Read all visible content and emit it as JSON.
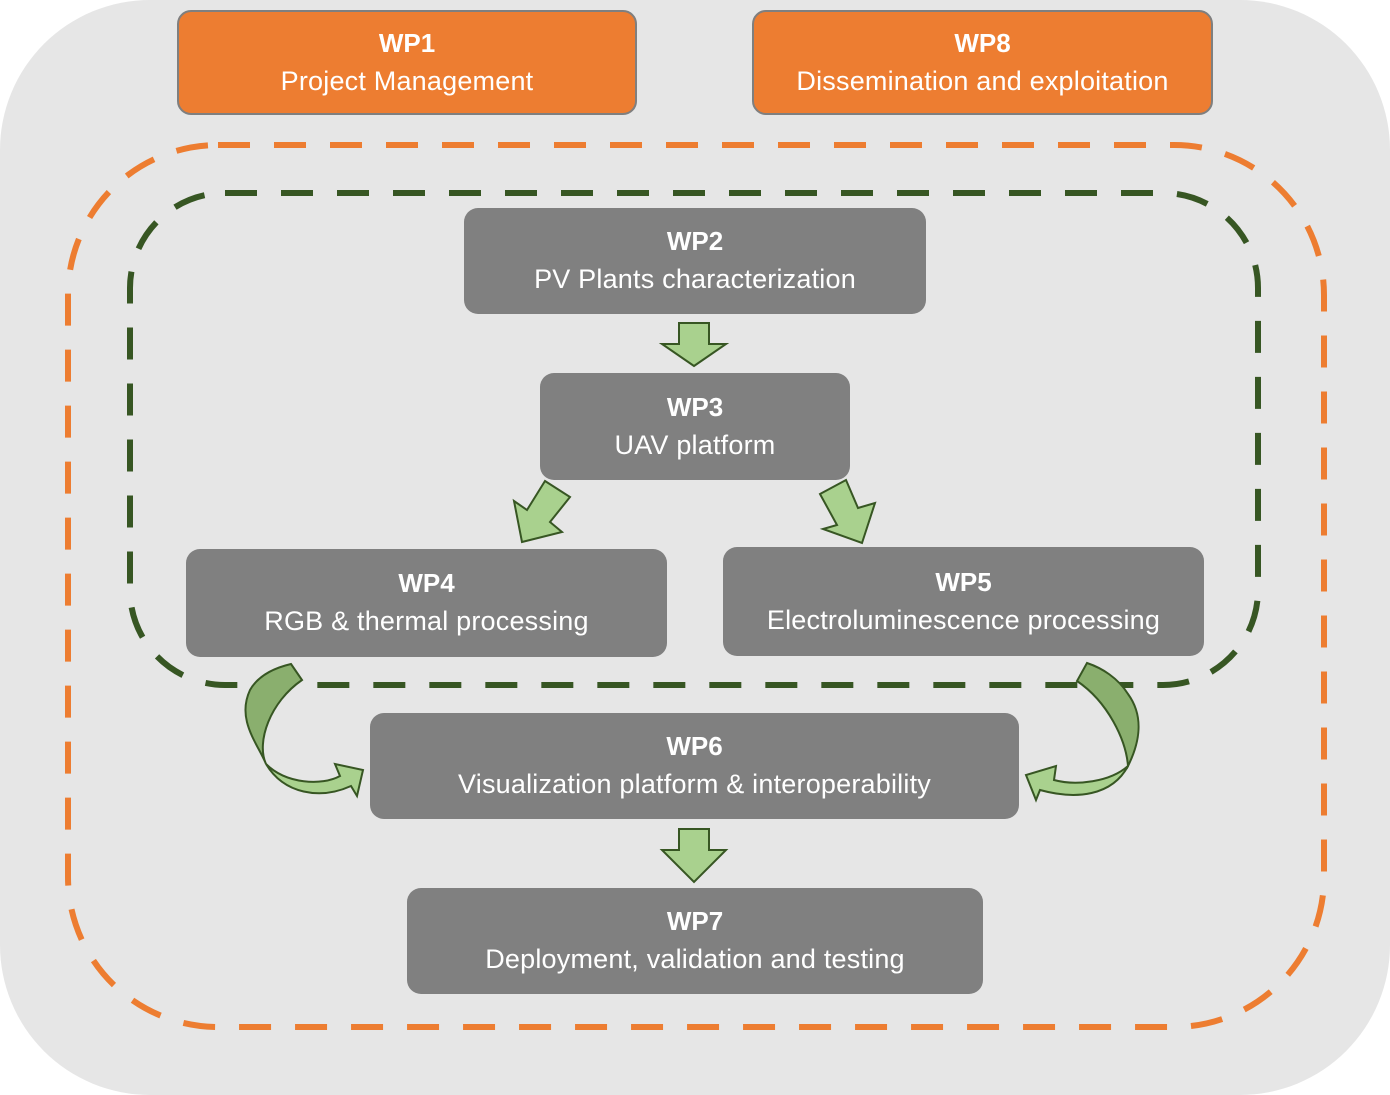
{
  "diagram": {
    "colors": {
      "background": "#e6e6e6",
      "orange": "#ed7d31",
      "grey_box": "#808080",
      "dark_green": "#375623",
      "arrow_fill": "#a9d18e",
      "arrow_fill_dark": "#8aaf6e",
      "text": "#ffffff"
    },
    "work_packages": [
      {
        "id": "WP1",
        "title": "Project Management",
        "style": "orange"
      },
      {
        "id": "WP8",
        "title": "Dissemination and exploitation",
        "style": "orange"
      },
      {
        "id": "WP2",
        "title": "PV Plants characterization",
        "style": "grey"
      },
      {
        "id": "WP3",
        "title": "UAV platform",
        "style": "grey"
      },
      {
        "id": "WP4",
        "title": "RGB & thermal processing",
        "style": "grey"
      },
      {
        "id": "WP5",
        "title": "Electroluminescence processing",
        "style": "grey"
      },
      {
        "id": "WP6",
        "title": "Visualization platform & interoperability",
        "style": "grey"
      },
      {
        "id": "WP7",
        "title": "Deployment, validation and testing",
        "style": "grey"
      }
    ],
    "flows": [
      {
        "from": "WP2",
        "to": "WP3",
        "type": "straight-arrow"
      },
      {
        "from": "WP3",
        "to": "WP4",
        "type": "straight-arrow"
      },
      {
        "from": "WP3",
        "to": "WP5",
        "type": "straight-arrow"
      },
      {
        "from": "WP4",
        "to": "WP6",
        "type": "curved-arrow"
      },
      {
        "from": "WP5",
        "to": "WP6",
        "type": "curved-arrow"
      },
      {
        "from": "WP6",
        "to": "WP7",
        "type": "straight-arrow"
      }
    ],
    "groups": [
      {
        "name": "orange-dashed-group",
        "contains": [
          "WP2",
          "WP3",
          "WP4",
          "WP5",
          "WP6",
          "WP7"
        ],
        "color": "#ed7d31"
      },
      {
        "name": "green-dashed-group",
        "contains": [
          "WP2",
          "WP3",
          "WP4",
          "WP5"
        ],
        "color": "#375623"
      }
    ]
  }
}
